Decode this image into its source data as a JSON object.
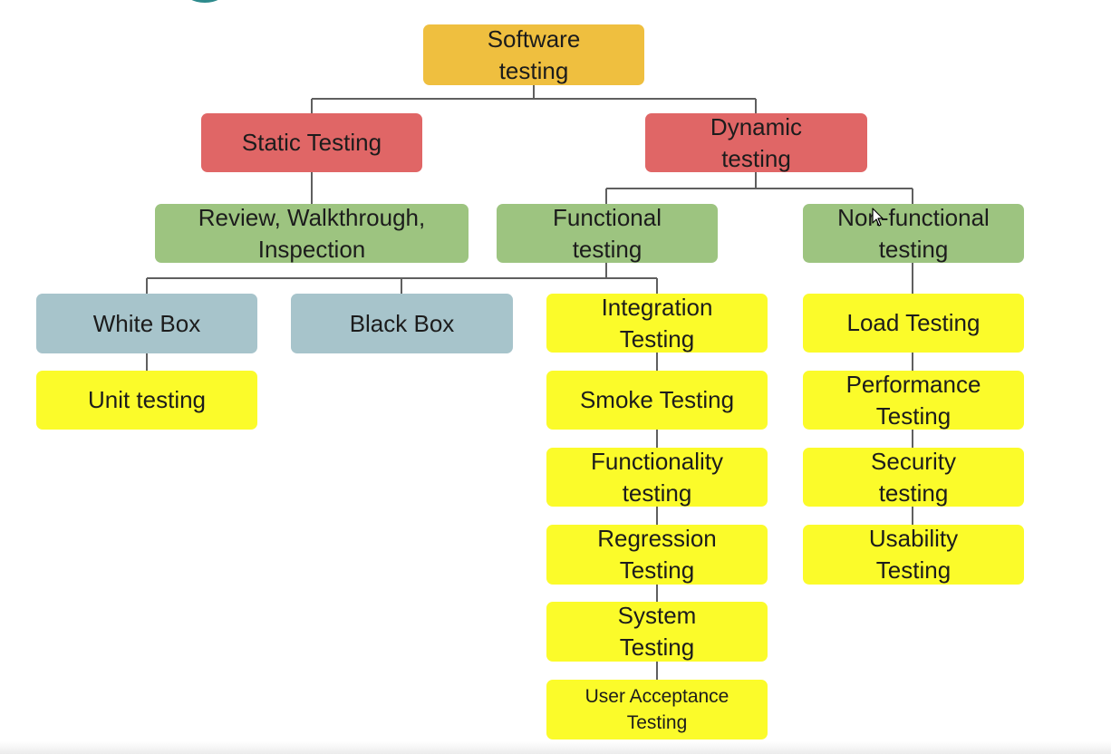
{
  "diagram": {
    "root": "Software\ntesting",
    "static": "Static Testing",
    "dynamic": "Dynamic\ntesting",
    "review": "Review, Walkthrough,\nInspection",
    "functional": "Functional\ntesting",
    "nonfunctional": "Non-functional\ntesting",
    "white_box": "White Box",
    "black_box": "Black Box",
    "unit_testing": "Unit testing",
    "integration": "Integration\nTesting",
    "smoke": "Smoke Testing",
    "functionality": "Functionality\ntesting",
    "regression": "Regression\nTesting",
    "system": "System\nTesting",
    "user_acceptance": "User Acceptance\nTesting",
    "load": "Load Testing",
    "performance": "Performance\nTesting",
    "security": "Security\ntesting",
    "usability": "Usability\nTesting"
  },
  "colors": {
    "root": "#efbf3f",
    "level1": "#e06666",
    "level2": "#9dc480",
    "box_type": "#a7c4cb",
    "leaf": "#fbfb2a",
    "connector": "#5f5f5f"
  }
}
